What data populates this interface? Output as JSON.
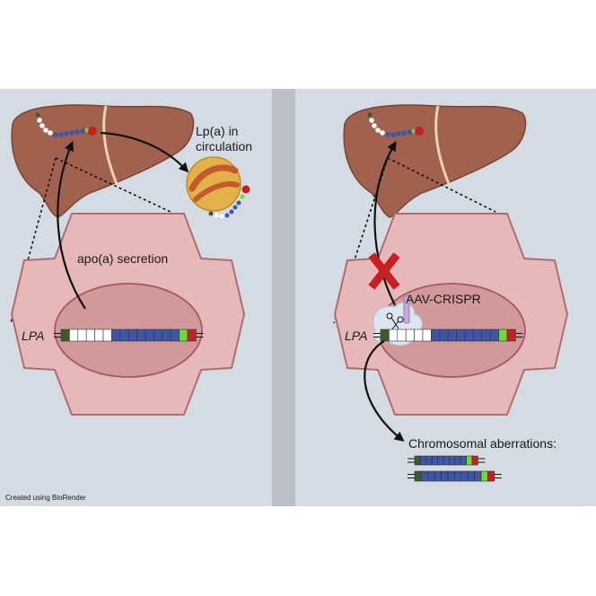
{
  "labels": {
    "lpa_circulation_line1": "Lp(a) in",
    "lpa_circulation_line2": "circulation",
    "secretion": "apo(a) secretion",
    "gene_left": "LPA",
    "gene_right": "LPA",
    "aav_crispr": "AAV-CRISPR",
    "aberrations": "Chromosomal aberrations:",
    "credit": "Created using BioRender"
  },
  "colors": {
    "background_panel": "#d5dbe2",
    "divider": "#bcbfc3",
    "liver": "#a0614e",
    "cell": "#e6b8b9",
    "nucleus": "#d1999a",
    "kringle_blue": "#3f55a6",
    "kringle_white": "#ffffff",
    "protease_red": "#c62025",
    "green_dark": "#3c5a2c",
    "green_light": "#73d63a",
    "lipoprotein": "#e3b14a",
    "inhibit_x": "#c62025"
  },
  "gene": {
    "segments": [
      "dark-green",
      "white",
      "white",
      "white",
      "white",
      "white",
      "blue",
      "blue",
      "blue",
      "blue",
      "blue",
      "blue",
      "blue",
      "blue",
      "light-green",
      "red"
    ]
  },
  "aberrations": [
    {
      "segments": [
        "dark-green",
        "blue",
        "blue",
        "blue",
        "blue",
        "blue",
        "blue",
        "blue",
        "blue",
        "light-green",
        "red"
      ]
    },
    {
      "segments": [
        "dark-green",
        "blue",
        "blue",
        "blue",
        "blue",
        "blue",
        "blue",
        "blue",
        "blue",
        "blue",
        "light-green",
        "red"
      ]
    }
  ]
}
